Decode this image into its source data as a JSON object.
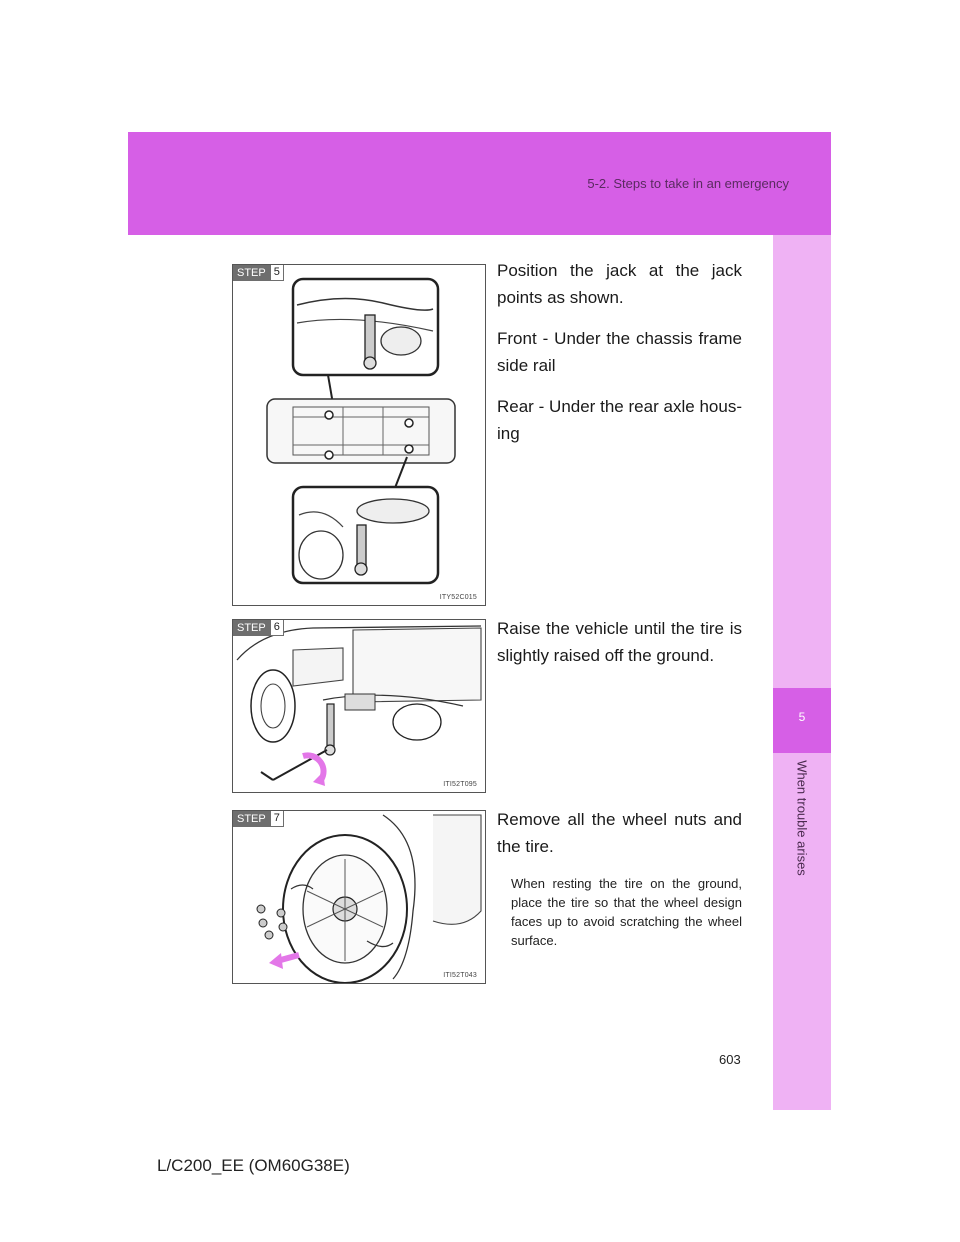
{
  "header": {
    "section_title": "5-2. Steps to take in an emergency"
  },
  "side_tab": {
    "chapter_number": "5",
    "chapter_title": "When trouble arises"
  },
  "steps": [
    {
      "badge_label": "STEP",
      "number": "5",
      "figure_code": "ITY52C015",
      "paragraphs": [
        "Position the jack at the jack points as shown.",
        "Front - Under the chassis frame side rail",
        "Rear - Under the rear axle hous-ing"
      ]
    },
    {
      "badge_label": "STEP",
      "number": "6",
      "figure_code": "ITI52T095",
      "paragraphs": [
        "Raise the vehicle until the tire is slightly raised off the ground."
      ]
    },
    {
      "badge_label": "STEP",
      "number": "7",
      "figure_code": "ITI52T043",
      "paragraphs": [
        "Remove all the wheel nuts and the tire."
      ],
      "note": "When resting the tire on the ground, place the tire so that the wheel design faces up to avoid scratching the wheel surface."
    }
  ],
  "footer": {
    "page_number": "603",
    "document_code": "L/C200_EE (OM60G38E)"
  },
  "colors": {
    "header_band": "#d65fe6",
    "side_tab_light": "#efb2f4",
    "arrow_accent": "#e377e8"
  }
}
